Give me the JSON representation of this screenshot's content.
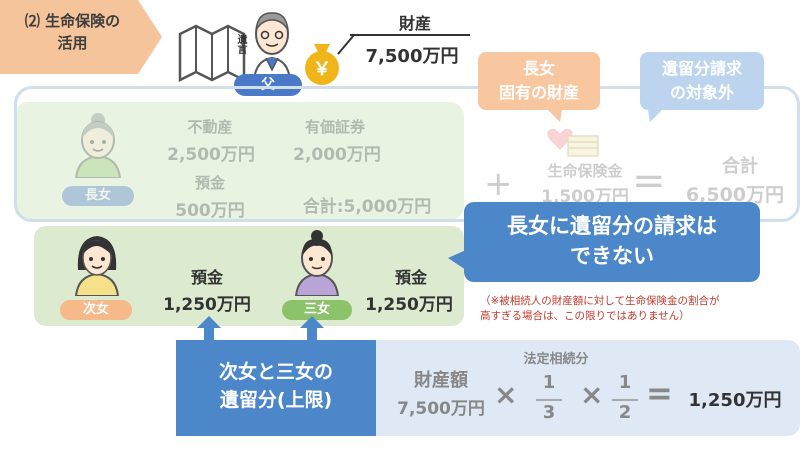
{
  "section_tab": {
    "line1": "⑵ 生命保険の",
    "line2": "活用"
  },
  "father": {
    "label": "父",
    "will_text": "遺言",
    "bag_symbol": "￥"
  },
  "assets": {
    "title": "財産",
    "value": "7,500万円"
  },
  "callouts": {
    "eldest_own": {
      "line1": "長女",
      "line2": "固有の財産"
    },
    "excluded": {
      "line1": "遺留分請求",
      "line2": "の対象外"
    },
    "main": {
      "line1": "長女に遺留分の請求は",
      "line2": "できない"
    }
  },
  "eldest": {
    "label": "長女",
    "real_estate_label": "不動産",
    "real_estate_value": "2,500万円",
    "securities_label": "有価証券",
    "securities_value": "2,000万円",
    "deposit_label": "預金",
    "deposit_value": "500万円",
    "subtotal": "合計:5,000万円"
  },
  "insurance": {
    "plus": "+",
    "label": "生命保険金",
    "value": "1,500万円",
    "equals": "=",
    "total_label": "合計",
    "total_value": "6,500万円"
  },
  "note": {
    "line1": "（※被相続人の財産額に対して生命保険金の割合が",
    "line2": "高すぎる場合は、この限りではありません）"
  },
  "second_daughter": {
    "label": "次女",
    "deposit_label": "預金",
    "deposit_value": "1,250万円"
  },
  "third_daughter": {
    "label": "三女",
    "deposit_label": "預金",
    "deposit_value": "1,250万円"
  },
  "formula": {
    "box_line1": "次女と三女の",
    "box_line2": "遺留分(上限)",
    "assets_label": "財産額",
    "assets_value": "7,500万円",
    "times": "×",
    "legal_share_label": "法定相続分",
    "frac1_num": "1",
    "frac1_den": "3",
    "frac2_num": "1",
    "frac2_den": "2",
    "equals": "=",
    "result": "1,250万円"
  },
  "colors": {
    "accent_blue": "#4c87c9",
    "tab_orange": "#f6c49a",
    "green_panel": "#dcebcf"
  }
}
